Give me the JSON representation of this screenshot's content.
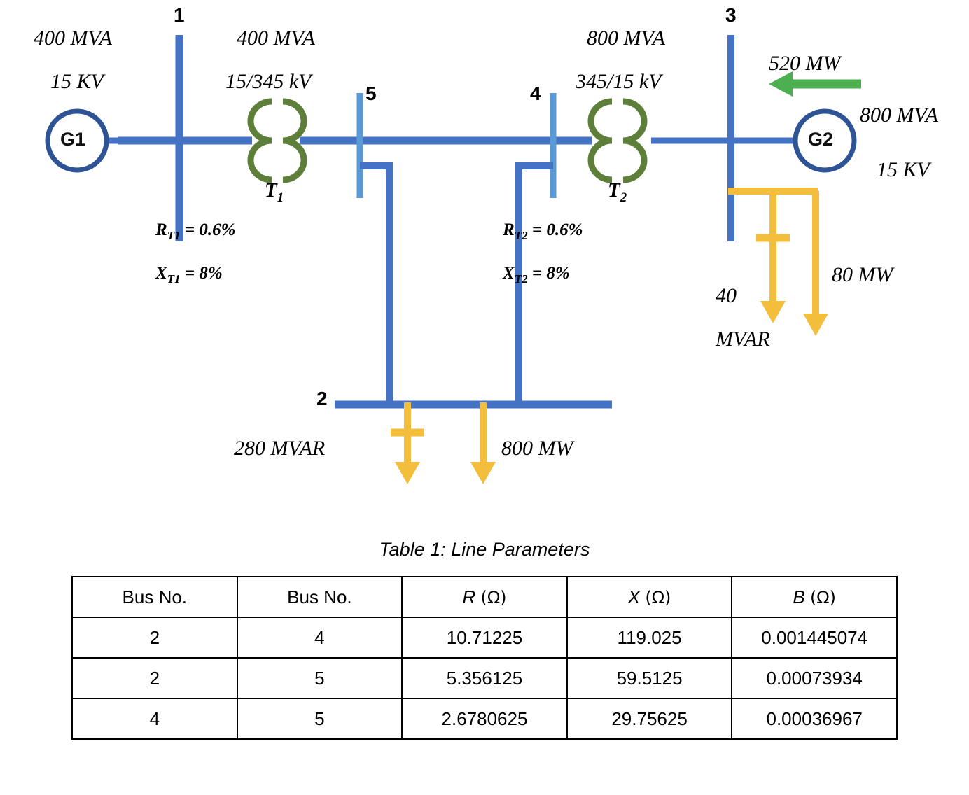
{
  "diagram": {
    "title": "Five-bus power system single-line diagram",
    "colors": {
      "bus_main": "#4472C4",
      "bus_light": "#5B9BD5",
      "generator_outline": "#2F5496",
      "transformer": "#5E7F3A",
      "load_arrow": "#F2BE3C",
      "flow_arrow": "#4CAF50"
    },
    "generators": [
      {
        "id": "G1",
        "name": "G1",
        "rating_mva": "400 MVA",
        "voltage": "15 KV"
      },
      {
        "id": "G2",
        "name": "G2",
        "rating_mva": "800 MVA",
        "voltage": "15 KV"
      }
    ],
    "transformers": [
      {
        "id": "T1",
        "name": "T",
        "sub": "1",
        "rating_mva": "400 MVA",
        "ratio": "15/345 kV",
        "resistance_label": "R",
        "resistance_sub": "T1",
        "resistance_value": "= 0.6%",
        "reactance_label": "X",
        "reactance_sub": "T1",
        "reactance_value": "= 8%"
      },
      {
        "id": "T2",
        "name": "T",
        "sub": "2",
        "rating_mva": "800 MVA",
        "ratio": "345/15 kV",
        "resistance_label": "R",
        "resistance_sub": "T2",
        "resistance_value": "= 0.6%",
        "reactance_label": "X",
        "reactance_sub": "T2",
        "reactance_value": "= 8%"
      }
    ],
    "buses": [
      {
        "number": "1"
      },
      {
        "number": "2"
      },
      {
        "number": "3"
      },
      {
        "number": "4"
      },
      {
        "number": "5"
      }
    ],
    "flows": [
      {
        "id": "gen2-flow",
        "label": "520 MW",
        "direction": "left"
      }
    ],
    "loads": [
      {
        "id": "bus2-mvar",
        "label": "280 MVAR",
        "bus": "2",
        "type": "reactive"
      },
      {
        "id": "bus2-mw",
        "label": "800 MW",
        "bus": "2",
        "type": "real"
      },
      {
        "id": "bus3-mvar-line1",
        "label": "40",
        "bus": "3",
        "type": "reactive"
      },
      {
        "id": "bus3-mvar-line2",
        "label": "MVAR",
        "bus": "3",
        "type": "reactive"
      },
      {
        "id": "bus3-mw",
        "label": "80 MW",
        "bus": "3",
        "type": "real"
      }
    ]
  },
  "table": {
    "caption": "Table 1: Line Parameters",
    "headers": [
      {
        "text": "Bus No.",
        "italic": false,
        "unit": ""
      },
      {
        "text": "Bus No.",
        "italic": false,
        "unit": ""
      },
      {
        "text": "R",
        "italic": true,
        "unit": "(Ω)"
      },
      {
        "text": "X",
        "italic": true,
        "unit": "(Ω)"
      },
      {
        "text": "B",
        "italic": true,
        "unit": "(Ω)"
      }
    ],
    "rows": [
      [
        "2",
        "4",
        "10.71225",
        "119.025",
        "0.001445074"
      ],
      [
        "2",
        "5",
        "5.356125",
        "59.5125",
        "0.00073934"
      ],
      [
        "4",
        "5",
        "2.6780625",
        "29.75625",
        "0.00036967"
      ]
    ]
  }
}
